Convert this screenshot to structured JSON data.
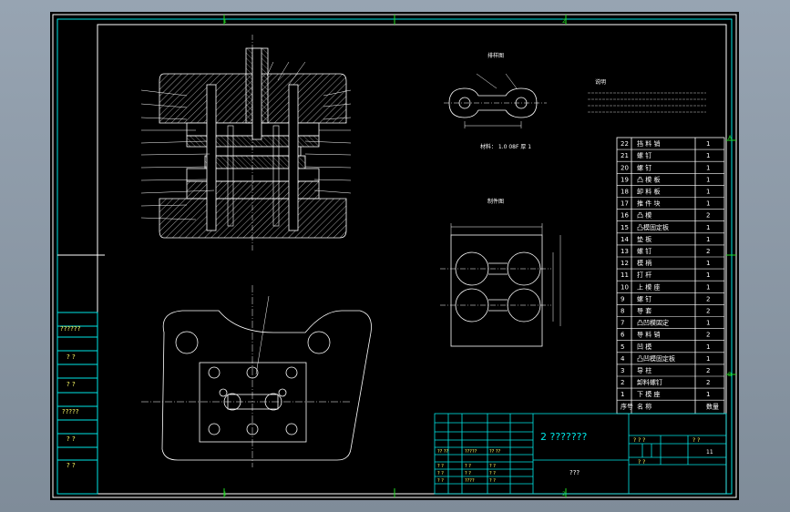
{
  "colors": {
    "frame": "#ffffff",
    "title_block": "#00e6e6",
    "ticks": "#22dd22",
    "detail": "#ffffff",
    "hatch": "#c8c8c8",
    "bg": "#000000"
  },
  "zone_markers": {
    "top": [
      "1",
      "2"
    ],
    "bottom": [
      "1",
      "2"
    ],
    "right": [
      "A",
      "B"
    ]
  },
  "left_strip": [
    "??????",
    "? ?",
    "? ?",
    "?????",
    "? ?",
    "? ?"
  ],
  "views": {
    "pattern_label": "排样图",
    "strip_label": "制件图",
    "tech_label": "说明"
  },
  "notes": {
    "material_line": "材料：  1.0  08F  厚  1"
  },
  "bom": {
    "rows": [
      {
        "no": "22",
        "name": "挡 料 销",
        "qty": "1"
      },
      {
        "no": "21",
        "name": "螺    钉",
        "qty": "1"
      },
      {
        "no": "20",
        "name": "螺    钉",
        "qty": "1"
      },
      {
        "no": "19",
        "name": "凸 模 板",
        "qty": "1"
      },
      {
        "no": "18",
        "name": "卸 料 板",
        "qty": "1"
      },
      {
        "no": "17",
        "name": "推 件 块",
        "qty": "1"
      },
      {
        "no": "16",
        "name": "凸    模",
        "qty": "2"
      },
      {
        "no": "15",
        "name": "凸模固定板",
        "qty": "1"
      },
      {
        "no": "14",
        "name": "垫    板",
        "qty": "1"
      },
      {
        "no": "13",
        "name": "螺    钉",
        "qty": "2"
      },
      {
        "no": "12",
        "name": "模    柄",
        "qty": "1"
      },
      {
        "no": "11",
        "name": "打    杆",
        "qty": "1"
      },
      {
        "no": "10",
        "name": "上 模 座",
        "qty": "1"
      },
      {
        "no": "9",
        "name": "螺    钉",
        "qty": "2"
      },
      {
        "no": "8",
        "name": "导    套",
        "qty": "2"
      },
      {
        "no": "7",
        "name": "凸凹模固定",
        "qty": "1"
      },
      {
        "no": "6",
        "name": "导 料 销",
        "qty": "2"
      },
      {
        "no": "5",
        "name": "凹    模",
        "qty": "1"
      },
      {
        "no": "4",
        "name": "凸凹模固定板",
        "qty": "1"
      },
      {
        "no": "3",
        "name": "导    柱",
        "qty": "2"
      },
      {
        "no": "2",
        "name": "卸料螺钉",
        "qty": "2"
      },
      {
        "no": "1",
        "name": "下 模 座",
        "qty": "1"
      }
    ],
    "header": {
      "no": "序号",
      "name": "名    称",
      "qty": "数量"
    }
  },
  "title_block": {
    "title": "2 ???????",
    "subtitle": "???",
    "sheet_info": [
      "? ? ?",
      "? ?",
      "? ?"
    ],
    "sheet_no": "11",
    "small_labels": [
      "?? ??",
      "?????",
      "?? ??",
      "? ?",
      "? ?",
      "? ?",
      "????",
      "? ?",
      "? ?",
      "? ?",
      "? ?",
      "? ?"
    ]
  }
}
